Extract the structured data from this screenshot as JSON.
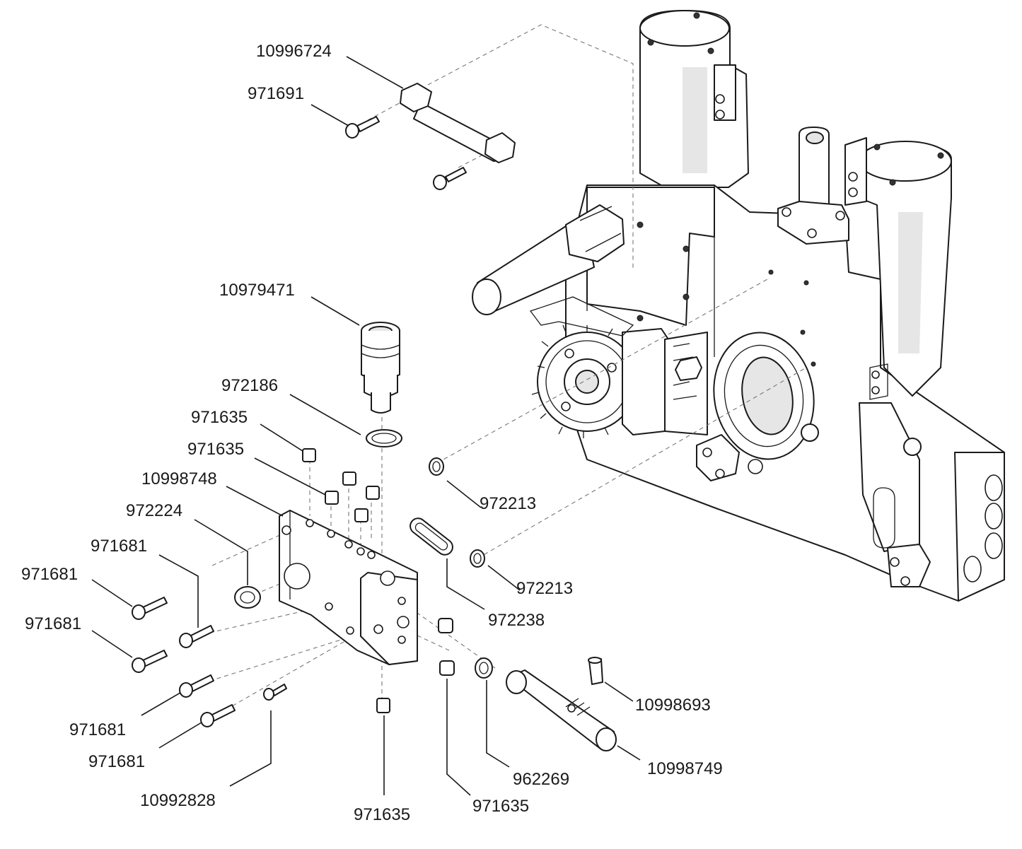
{
  "callouts": {
    "c10996724": "10996724",
    "c971691": "971691",
    "c10979471": "10979471",
    "c972186": "972186",
    "c971635_a": "971635",
    "c971635_b": "971635",
    "c10998748": "10998748",
    "c972224": "972224",
    "c971681_a": "971681",
    "c971681_b": "971681",
    "c971681_c": "971681",
    "c971681_d": "971681",
    "c971681_e": "971681",
    "c10992828": "10992828",
    "c971635_c": "971635",
    "c971635_d": "971635",
    "c962269": "962269",
    "c10998749": "10998749",
    "c10998693": "10998693",
    "c972213_a": "972213",
    "c972213_b": "972213",
    "c972238": "972238"
  }
}
